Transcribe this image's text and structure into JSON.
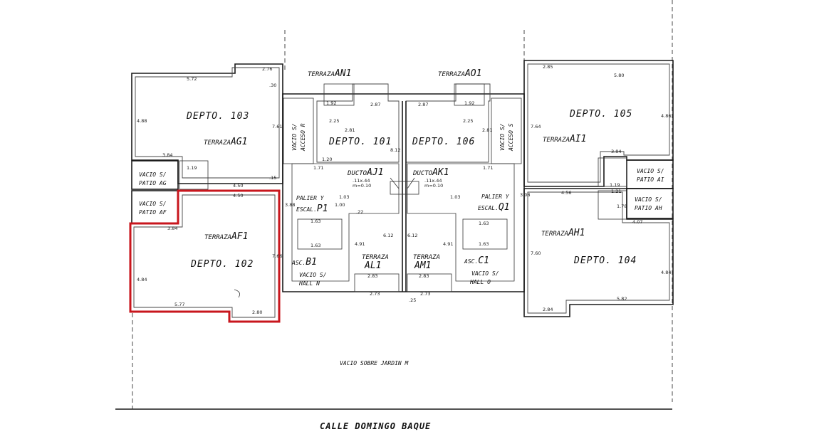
{
  "plan": {
    "street": "CALLE DOMINGO BAQUE",
    "garden": "VACIO SOBRE JARDIN M",
    "highlight_color": "#c8161d",
    "units": {
      "d103": "DEPTO. 103",
      "d101": "DEPTO. 101",
      "d106": "DEPTO. 106",
      "d105": "DEPTO. 105",
      "d102": "DEPTO. 102",
      "d104": "DEPTO. 104"
    },
    "terraces": {
      "an1": {
        "word": "TERRAZA",
        "code": "AN1"
      },
      "ao1": {
        "word": "TERRAZA",
        "code": "AO1"
      },
      "ag1": {
        "word": "TERRAZA",
        "code": "AG1"
      },
      "ai1": {
        "word": "TERRAZA",
        "code": "AI1"
      },
      "af1": {
        "word": "TERRAZA",
        "code": "AF1"
      },
      "ah1": {
        "word": "TERRAZA",
        "code": "AH1"
      },
      "al1": {
        "word": "TERRAZA",
        "code": "AL1"
      },
      "am1": {
        "word": "TERRAZA",
        "code": "AM1"
      }
    },
    "ducts": {
      "aj1": {
        "word": "DUCTO",
        "code": "AJ1",
        "dim1": ".11x.44",
        "dim2": "m=0.10"
      },
      "ak1": {
        "word": "DUCTO",
        "code": "AK1",
        "dim1": ".11x.44",
        "dim2": "m=0.10"
      }
    },
    "voids": {
      "acceso_r": [
        "VACIO S/",
        "ACCESO R"
      ],
      "acceso_s": [
        "VACIO S/",
        "ACCESO S"
      ],
      "patio_ag": [
        "VACIO S/",
        "PATIO AG"
      ],
      "patio_af": [
        "VACIO S/",
        "PATIO AF"
      ],
      "patio_ai": [
        "VACIO S/",
        "PATIO AI"
      ],
      "patio_ah": [
        "VACIO S/",
        "PATIO AH"
      ],
      "hall_n": [
        "VACIO S/",
        "HALL N"
      ],
      "hall_o": [
        "VACIO S/",
        "HALL O"
      ]
    },
    "stairs": {
      "p1": {
        "l1": "PALIER Y",
        "l2": "ESCAL.",
        "code": "P1"
      },
      "q1": {
        "l1": "PALIER Y",
        "l2": "ESCAL.",
        "code": "Q1"
      }
    },
    "lifts": {
      "b1": {
        "word": "ASC.",
        "code": "B1"
      },
      "c1": {
        "word": "ASC.",
        "code": "C1"
      }
    },
    "dims": {
      "t1": "5.72",
      "t2": "2.76",
      "t3": ".30",
      "t4": "4.88",
      "t5": "3.84",
      "t6": "7.61",
      "t7": "4.50",
      "t8": "2.87",
      "t9": "1.92",
      "t10": "2.25",
      "t11": "2.87",
      "t12": "1.92",
      "t13": "2.25",
      "t14": "2.85",
      "t15": "5.80",
      "t16": "4.86",
      "t17": "3.84",
      "t18": "7.64",
      "t19": "4.56",
      "t20": "4.50",
      "t21": "3.84",
      "t22": "7.66",
      "t23": "5.77",
      "t24": "2.80",
      "t25": "4.84",
      "t26": "4.07",
      "t27": "7.60",
      "t28": "4.84",
      "t29": "2.84",
      "t30": "5.82",
      "t31": "1.63",
      "t32": "1.63",
      "t33": "1.63",
      "t34": "1.63",
      "t35": "2.73",
      "t36": "2.73",
      "t37": "2.83",
      "t38": "2.83",
      "t39": "8.12",
      "t40": "1.71",
      "t41": "1.71",
      "t42": "1.20",
      "t43": "1.03",
      "t44": "1.03",
      "t45": "1.19",
      "t46": "1.19",
      "t47": "1.21",
      "t48": "1.78",
      "t49": "6.12",
      "t50": "6.12",
      "t51": "4.91",
      "t52": "4.91",
      "t53": ".25",
      "t54": "1.00",
      "t55": "3.88",
      "t56": "3.08",
      "t57": "2.81",
      "t58": "2.81",
      "t59": ".15",
      "t60": ".22"
    }
  }
}
